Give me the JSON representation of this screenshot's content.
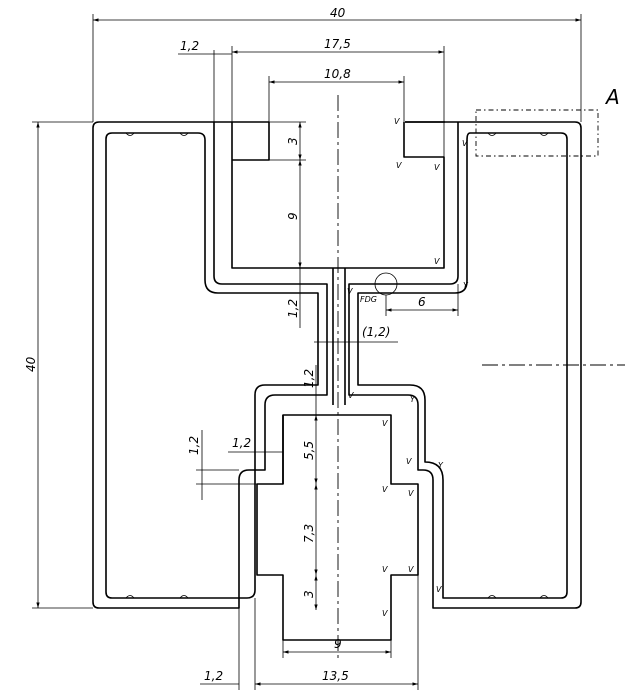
{
  "dimensions": {
    "overall_width": "40",
    "overall_height": "40",
    "upper_inner_width": "17,5",
    "upper_lip_width": "10,8",
    "lip_depth": "3",
    "upper_depth": "9",
    "wall_left": "1,2",
    "neck_wall": "1,2",
    "neck_gap": "(1,2)",
    "neck_length": "1,2",
    "flange": "6",
    "lower_left_step": "1,2",
    "lower_wall": "1,2",
    "lower_depth_a": "5,5",
    "lower_depth_b": "7,3",
    "lower_depth_c": "3",
    "lower_inner_width": "9",
    "lower_outer_width": "13,5",
    "bottom_wall": "1,2"
  },
  "labels": {
    "detail": "A",
    "fdg": "FDG"
  },
  "weld_marks": {
    "v": "V",
    "y": "Y"
  }
}
